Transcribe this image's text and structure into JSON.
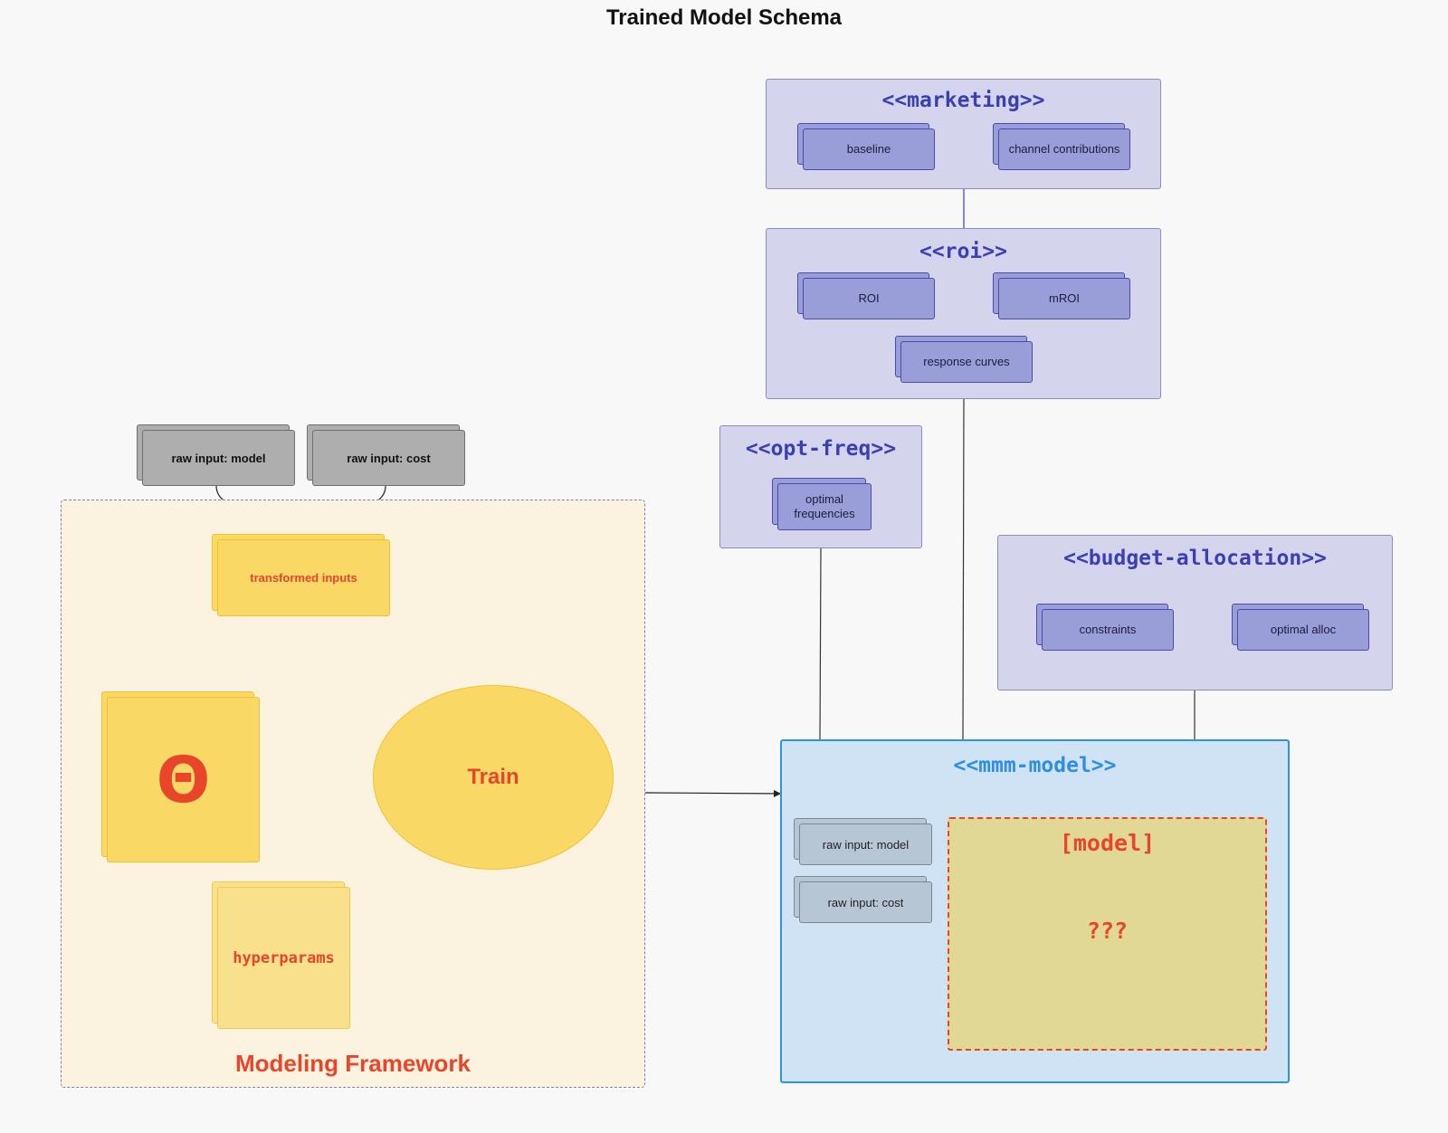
{
  "title": "Trained Model Schema",
  "marketing": {
    "title": "<<marketing>>",
    "items": [
      "baseline",
      "channel contributions"
    ]
  },
  "roi": {
    "title": "<<roi>>",
    "items": [
      "ROI",
      "mROI",
      "response curves"
    ]
  },
  "opt_freq": {
    "title": "<<opt-freq>>",
    "item_line1": "optimal",
    "item_line2": "frequencies"
  },
  "budget_allocation": {
    "title": "<<budget-allocation>>",
    "items": [
      "constraints",
      "optimal alloc"
    ]
  },
  "raw_inputs": {
    "model": "raw input: model",
    "cost": "raw input: cost"
  },
  "framework": {
    "label": "Modeling Framework",
    "transformed_inputs": "transformed inputs",
    "theta": "Θ",
    "hyperparams": "hyperparams",
    "train": "Train"
  },
  "mmm_model": {
    "title": "<<mmm-model>>",
    "raw_model": "raw input: model",
    "raw_cost": "raw input: cost",
    "model_title": "[model]",
    "model_body": "???"
  },
  "colors": {
    "purple_group_fill": "#d4d4ec",
    "purple_title": "#3a40b4",
    "accent_red": "#e8452a",
    "yellow_fill": "#f9d866",
    "blue_border": "#2e94e0"
  }
}
